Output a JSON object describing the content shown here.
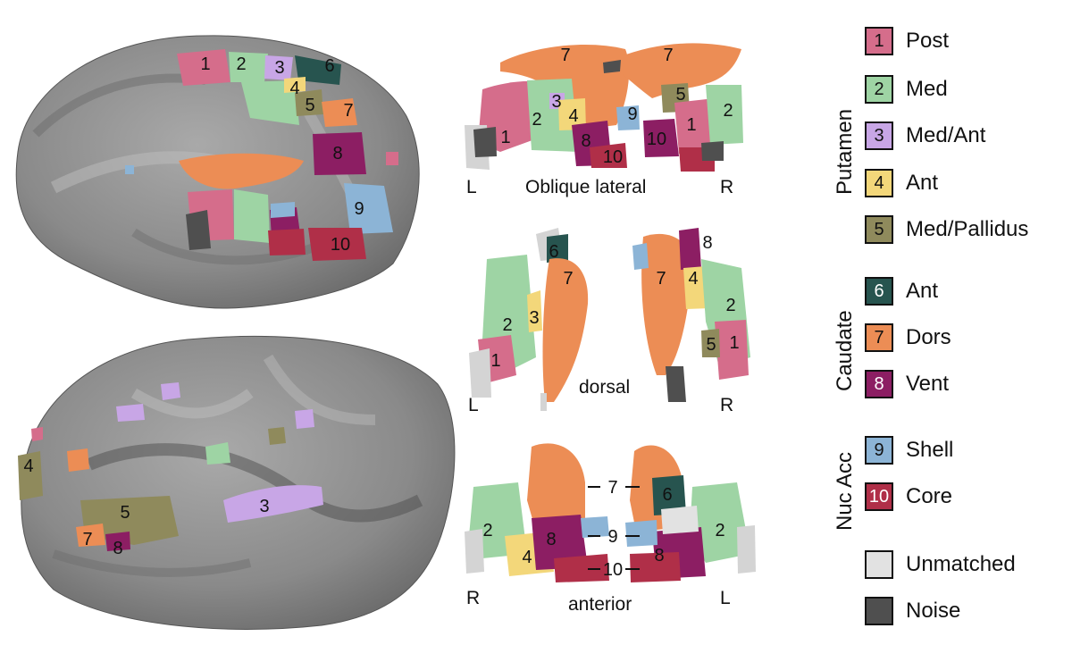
{
  "brain_labels": {
    "medial": [
      "1",
      "2",
      "3",
      "6",
      "4",
      "5",
      "7",
      "8",
      "9",
      "10"
    ],
    "lateral": [
      "4",
      "5",
      "3",
      "7",
      "8"
    ]
  },
  "striatum": {
    "oblique": {
      "view": "Oblique lateral",
      "left": "L",
      "right": "R",
      "labels": [
        "7",
        "7",
        "3",
        "4",
        "1",
        "2",
        "8",
        "10",
        "9",
        "5",
        "1",
        "2",
        "10"
      ]
    },
    "dorsal": {
      "view": "dorsal",
      "left": "L",
      "right": "R",
      "labels": [
        "6",
        "7",
        "2",
        "3",
        "1",
        "7",
        "8",
        "4",
        "2",
        "5",
        "1"
      ]
    },
    "anterior": {
      "view": "anterior",
      "left": "R",
      "right": "L",
      "labels": [
        "2",
        "8",
        "4",
        "6",
        "8",
        "2"
      ],
      "callouts": [
        "7",
        "9",
        "10"
      ]
    }
  },
  "legend": {
    "groups": [
      {
        "title": "Putamen",
        "items": [
          {
            "num": "1",
            "label": "Post",
            "color": "#d56d8b"
          },
          {
            "num": "2",
            "label": "Med",
            "color": "#9ed4a4"
          },
          {
            "num": "3",
            "label": "Med/Ant",
            "color": "#c8a6e6"
          },
          {
            "num": "4",
            "label": "Ant",
            "color": "#f3d77a"
          },
          {
            "num": "5",
            "label": "Med/Pallidus",
            "color": "#8f8a5c"
          }
        ]
      },
      {
        "title": "Caudate",
        "items": [
          {
            "num": "6",
            "label": "Ant",
            "color": "#27544f"
          },
          {
            "num": "7",
            "label": "Dors",
            "color": "#ec8d55"
          },
          {
            "num": "8",
            "label": "Vent",
            "color": "#8c1e63"
          }
        ]
      },
      {
        "title": "Nuc Acc",
        "items": [
          {
            "num": "9",
            "label": "Shell",
            "color": "#8cb4d6"
          },
          {
            "num": "10",
            "label": "Core",
            "color": "#b02f48"
          }
        ]
      },
      {
        "title": "",
        "items": [
          {
            "num": "",
            "label": "Unmatched",
            "color": "#e2e2e2"
          },
          {
            "num": "",
            "label": "Noise",
            "color": "#4f4f4f"
          }
        ]
      }
    ]
  }
}
